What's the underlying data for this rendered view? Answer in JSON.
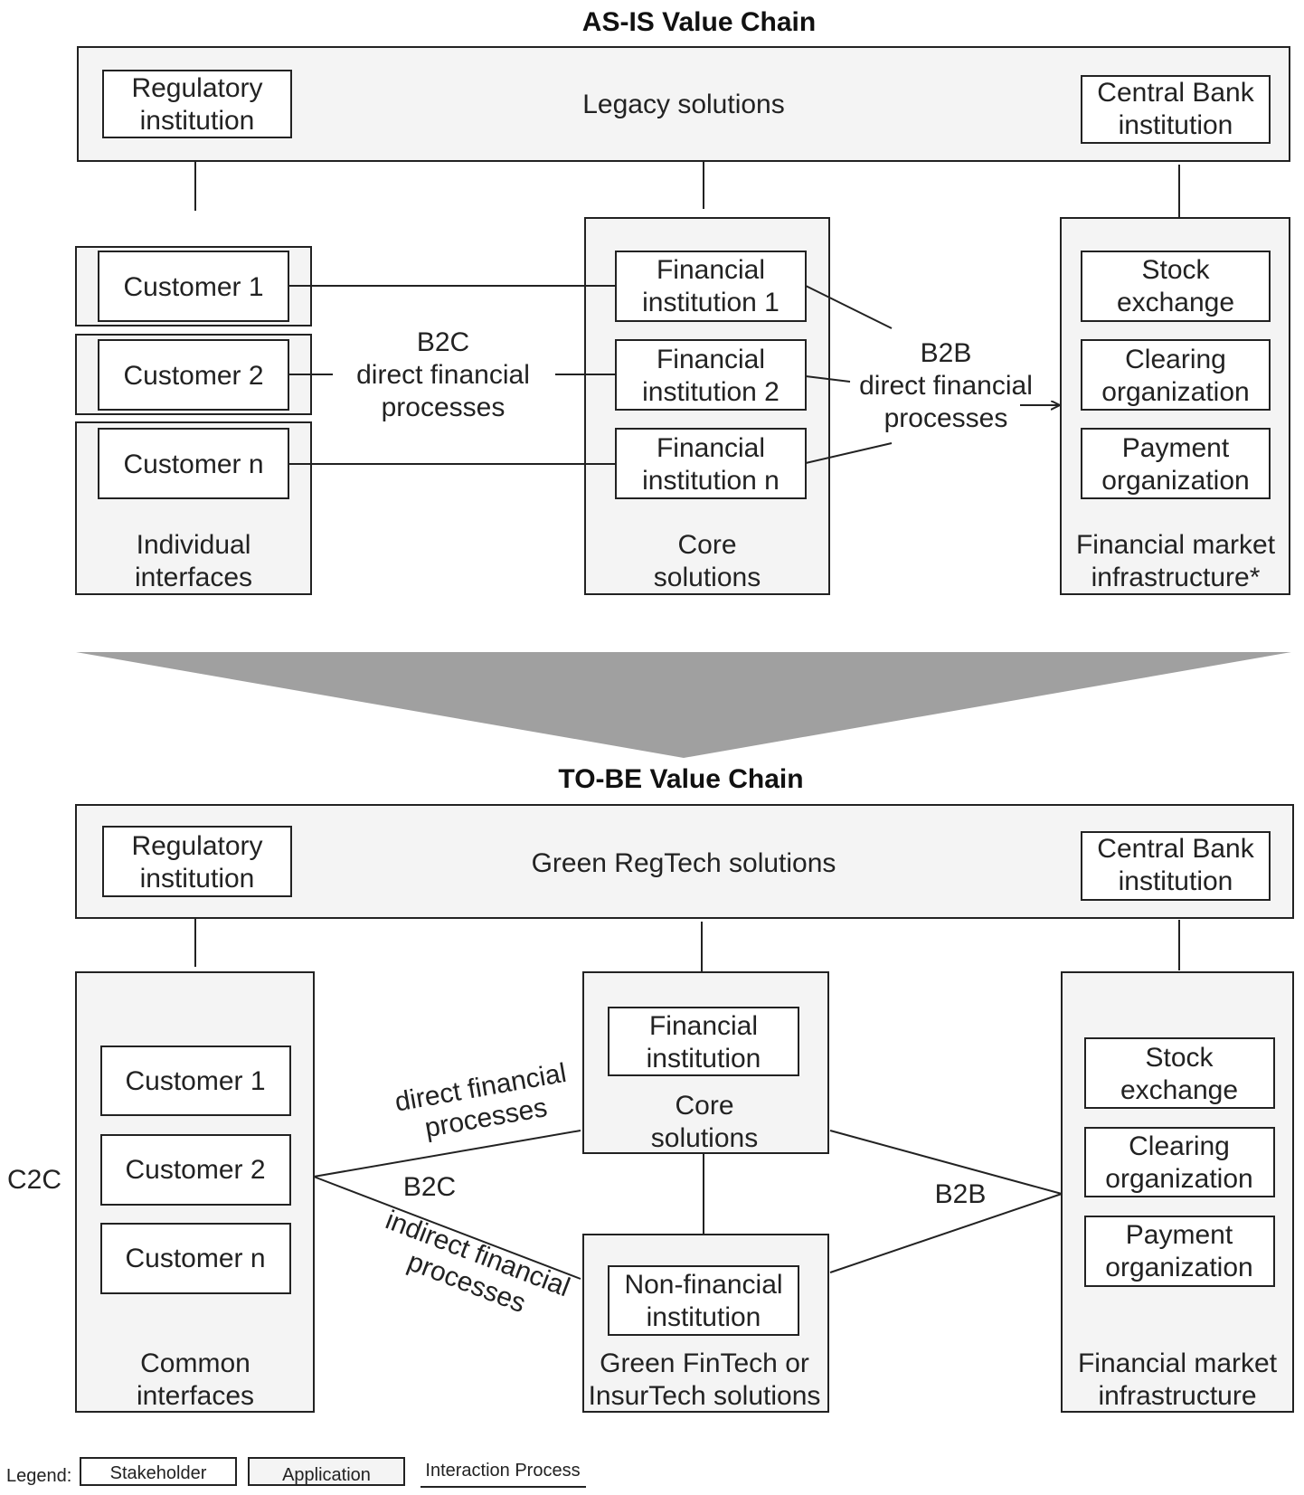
{
  "asis": {
    "title": "AS-IS Value Chain",
    "top_label": "Legacy solutions",
    "regulatory": [
      "Regulatory",
      "institution"
    ],
    "central_bank": [
      "Central Bank",
      "institution"
    ],
    "customers": [
      "Customer 1",
      "Customer 2",
      "Customer n"
    ],
    "interfaces_label": [
      "Individual",
      "interfaces"
    ],
    "financial_institutions": [
      [
        "Financial",
        "institution 1"
      ],
      [
        "Financial",
        "institution 2"
      ],
      [
        "Financial",
        "institution n"
      ]
    ],
    "core_label": [
      "Core",
      "solutions"
    ],
    "b2c": [
      "B2C",
      "direct financial",
      "processes"
    ],
    "b2b": [
      "B2B",
      "direct financial",
      "processes"
    ],
    "fmi_items": [
      [
        "Stock",
        "exchange"
      ],
      [
        "Clearing",
        "organization"
      ],
      [
        "Payment",
        "organization"
      ]
    ],
    "fmi_label": [
      "Financial market",
      "infrastructure*"
    ]
  },
  "tobe": {
    "title": "TO-BE Value Chain",
    "top_label": "Green RegTech solutions",
    "regulatory": [
      "Regulatory",
      "institution"
    ],
    "central_bank": [
      "Central Bank",
      "institution"
    ],
    "c2c": "C2C",
    "customers": [
      "Customer 1",
      "Customer 2",
      "Customer n"
    ],
    "interfaces_label": [
      "Common",
      "interfaces"
    ],
    "financial_institution": [
      "Financial",
      "institution"
    ],
    "core_label": [
      "Core",
      "solutions"
    ],
    "non_financial": [
      "Non-financial",
      "institution"
    ],
    "green_label": [
      "Green FinTech or",
      "InsurTech solutions"
    ],
    "direct": [
      "direct financial",
      "processes"
    ],
    "indirect": [
      "indirect financial",
      "processes"
    ],
    "b2c": "B2C",
    "b2b": "B2B",
    "fmi_items": [
      [
        "Stock",
        "exchange"
      ],
      [
        "Clearing",
        "organization"
      ],
      [
        "Payment",
        "organization"
      ]
    ],
    "fmi_label": [
      "Financial market",
      "infrastructure"
    ]
  },
  "legend": {
    "label": "Legend:",
    "stakeholder": "Stakeholder",
    "application": "Application",
    "interaction": "Interaction Process"
  },
  "colors": {
    "application_fill": "#f4f4f4",
    "stakeholder_fill": "#ffffff",
    "transition_arrow": "#a0a0a0",
    "stroke": "#222222"
  }
}
